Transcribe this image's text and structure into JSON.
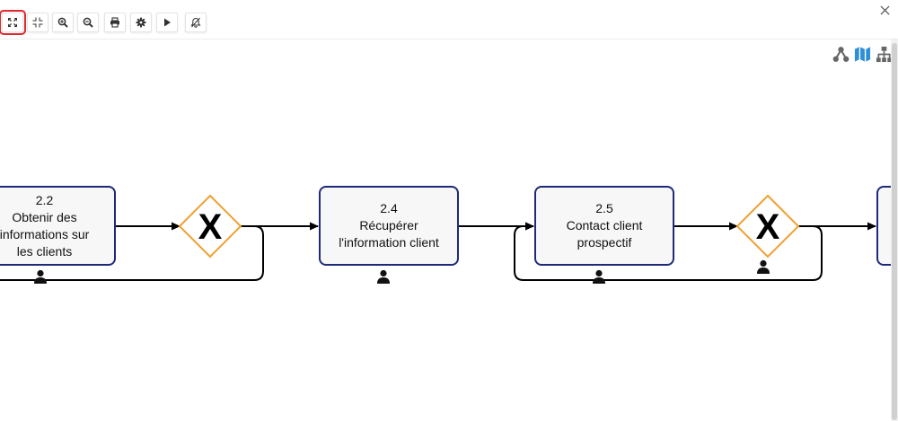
{
  "toolbar": {
    "buttons": [
      {
        "name": "fullscreen",
        "icon": "expand-icon",
        "highlighted": true
      },
      {
        "name": "exit-fullscreen",
        "icon": "compress-icon"
      },
      {
        "name": "zoom-in",
        "icon": "zoom-in-icon"
      },
      {
        "name": "zoom-out",
        "icon": "zoom-out-icon"
      },
      {
        "name": "print",
        "icon": "print-icon"
      },
      {
        "name": "settings",
        "icon": "gear-icon"
      },
      {
        "name": "play",
        "icon": "play-icon"
      },
      {
        "name": "mute-notifications",
        "icon": "bell-slash-icon"
      }
    ],
    "close_icon": "close-icon"
  },
  "view_switcher": {
    "icons": [
      "network-icon",
      "map-icon",
      "org-chart-icon"
    ],
    "active": "map-icon",
    "colors": {
      "inactive": "#666666",
      "active": "#2d8fd6"
    }
  },
  "diagram": {
    "tasks": [
      {
        "id": "task-2-2",
        "number": "2.2",
        "lines": [
          "Obtenir des",
          "informations sur",
          "les clients"
        ]
      },
      {
        "id": "task-2-4",
        "number": "2.4",
        "lines": [
          "Récupérer",
          "l'information client"
        ]
      },
      {
        "id": "task-2-5",
        "number": "2.5",
        "lines": [
          "Contact client",
          "prospectif"
        ]
      },
      {
        "id": "task-next",
        "number": "",
        "lines": []
      }
    ],
    "gateways": [
      {
        "id": "gateway-1",
        "symbol": "X"
      },
      {
        "id": "gateway-2",
        "symbol": "X"
      }
    ],
    "colors": {
      "task_border": "#1e2a78",
      "task_fill": "#f7f7f7",
      "gateway_border": "#f0a030",
      "flow_line": "#000000"
    }
  }
}
